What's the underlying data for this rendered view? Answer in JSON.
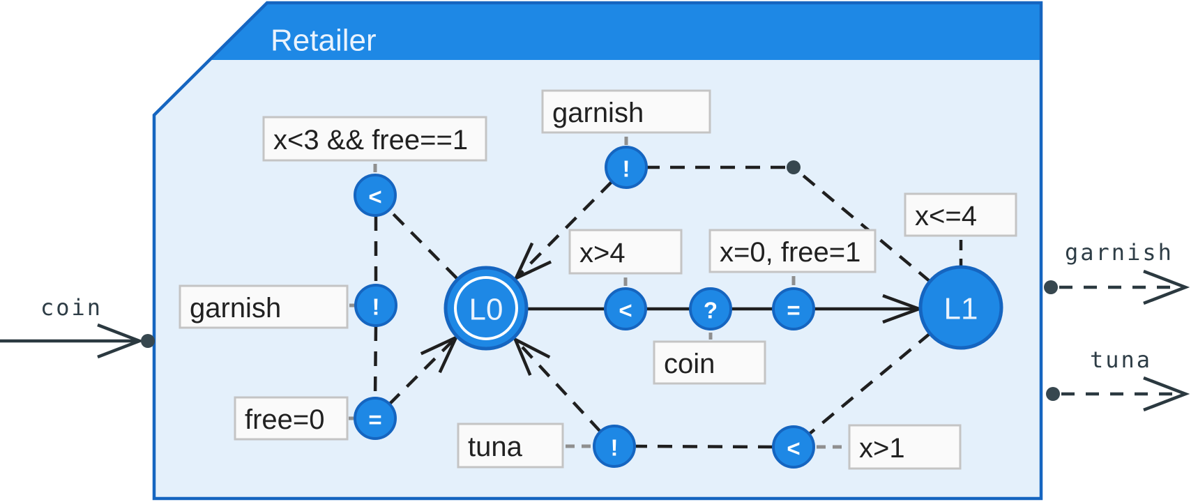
{
  "header": {
    "title": "Retailer"
  },
  "states": {
    "l0": {
      "label": "L0"
    },
    "l1": {
      "label": "L1",
      "invariant": "x<=4"
    }
  },
  "edges": {
    "self_loop": {
      "guard": "x<3 && free==1",
      "guard_op": "<",
      "sync": "garnish",
      "sync_op": "!",
      "assign": "free=0",
      "assign_op": "="
    },
    "serve_garnish": {
      "sync": "garnish",
      "sync_op": "!"
    },
    "buy": {
      "guard": "x>4",
      "guard_op": "<",
      "recv": "coin",
      "recv_op": "?",
      "assign": "x=0, free=1",
      "assign_op": "="
    },
    "serve_tuna": {
      "sync": "tuna",
      "sync_op": "!",
      "guard": "x>1",
      "guard_op": "<"
    }
  },
  "ports": {
    "coin_in": "coin",
    "garnish_out": "garnish",
    "tuna_out": "tuna"
  },
  "colors": {
    "accent": "#1e88e5",
    "accent_dark": "#1565c0",
    "body_fill": "#e4f0fb",
    "edge": "#1f1f1f",
    "port": "#37474f",
    "label_box": "#fafafa",
    "label_border": "#c4c4c4"
  }
}
